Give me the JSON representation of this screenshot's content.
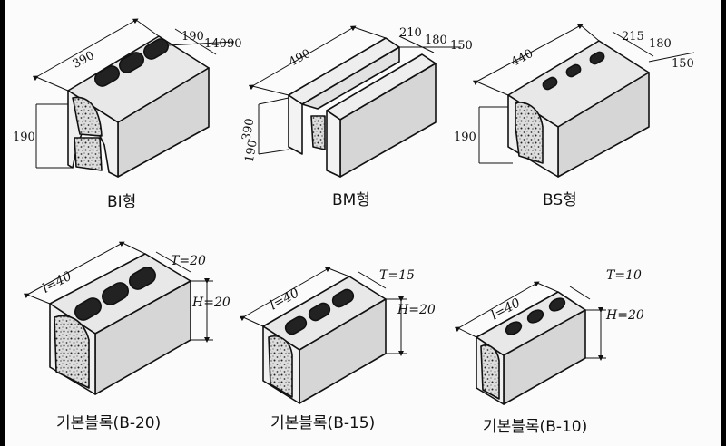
{
  "blocks": [
    {
      "caption": "BI형",
      "dims": {
        "length": "390",
        "top1": "190",
        "top2": "140",
        "top3": "90",
        "height": "190"
      }
    },
    {
      "caption": "BM형",
      "dims": {
        "length": "490",
        "top1": "210",
        "top2": "180",
        "top3": "150",
        "height1": "390",
        "height2": "190"
      }
    },
    {
      "caption": "BS형",
      "dims": {
        "length": "440",
        "top1": "215",
        "top2": "180",
        "top3": "150",
        "height": "190"
      }
    },
    {
      "caption": "기본블록(B-20)",
      "dims": {
        "length": "l=40",
        "thickness": "T=20",
        "height": "H=20"
      }
    },
    {
      "caption": "기본블록(B-15)",
      "dims": {
        "length": "l=40",
        "thickness": "T=15",
        "height": "H=20"
      }
    },
    {
      "caption": "기본블록(B-10)",
      "dims": {
        "length": "l=40",
        "thickness": "T=10",
        "height": "H=20"
      }
    }
  ]
}
